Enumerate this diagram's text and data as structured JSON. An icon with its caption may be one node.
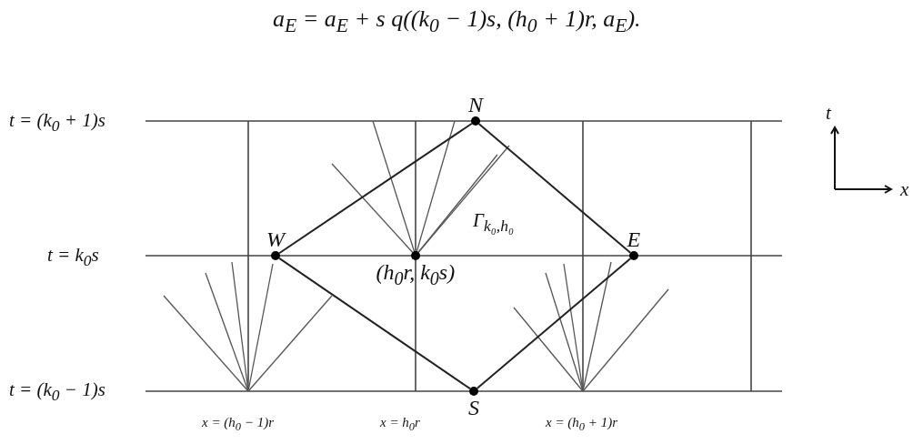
{
  "diagram": {
    "nodes": [
      {
        "text": [
          "N"
        ]
      },
      {
        "text": [
          "W"
        ]
      },
      {
        "text": [
          "(h$_{0}$r, k$_{0}$s)"
        ]
      },
      {
        "text": [
          "E"
        ]
      },
      {
        "text": [
          "S"
        ]
      }
    ],
    "edges": [
      {
        "from": 1,
        "to": 0,
        "arrow": "none"
      },
      {
        "from": 0,
        "to": 3,
        "arrow": "none"
      },
      {
        "from": 1,
        "to": 4,
        "arrow": "none"
      },
      {
        "from": 4,
        "to": 3,
        "arrow": "none"
      }
    ],
    "labels": [
      "a$_{E}$ = a$_{E}$ + s q((k$_{0}$ − 1)s, (h$_{0}$ + 1)r, a$_{E}$).",
      "t = (k$_{0}$ + 1)s",
      "t",
      "Γ$_{k₀,h₀}$",
      "t = k$_{0}$s",
      "x",
      "t = (k$_{0}$ − 1)s",
      "x = (h$_{0}$ − 1)r",
      "x = h$_{0}$r",
      "x = (h$_{0}$ + 1)r"
    ]
  }
}
